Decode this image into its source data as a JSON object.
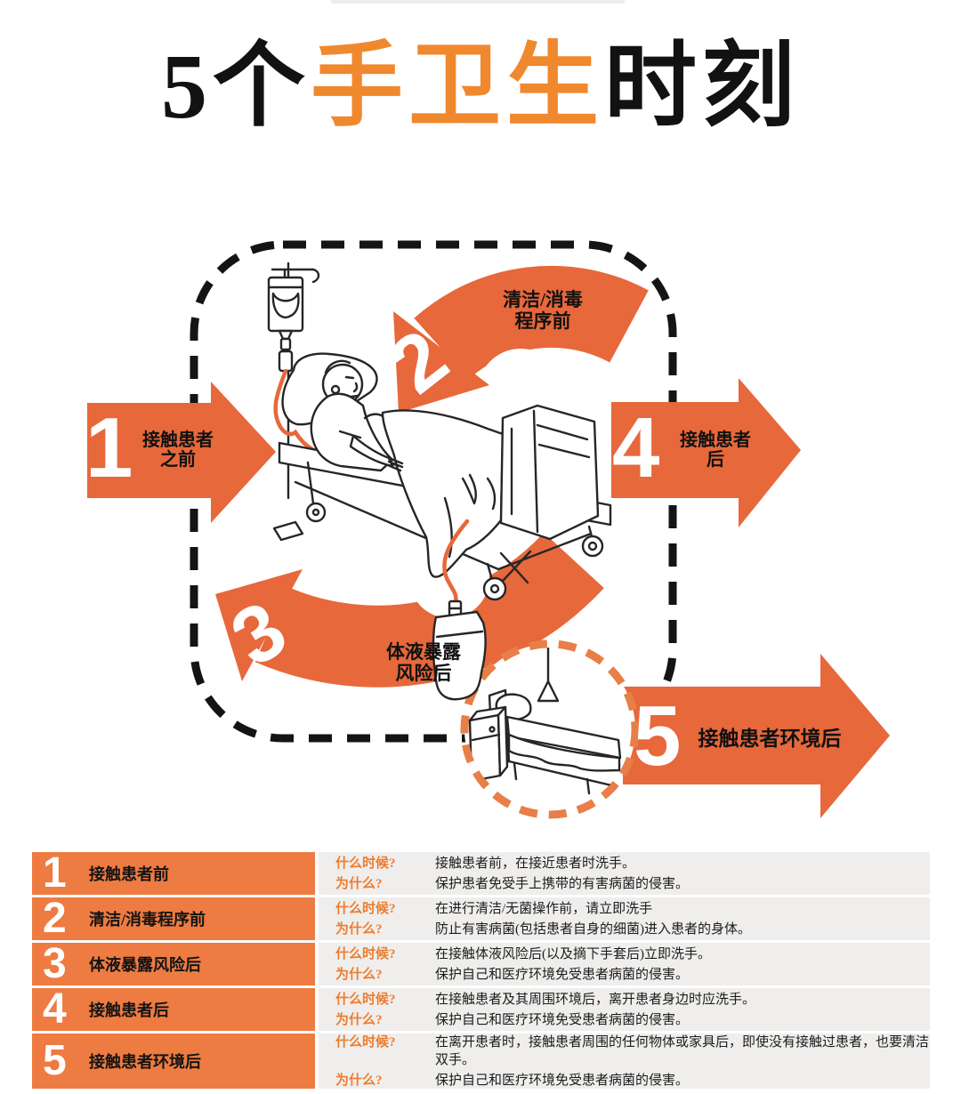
{
  "title": {
    "prefix": "5个",
    "highlight": "手卫生",
    "suffix": "时刻"
  },
  "diagram": {
    "moments": [
      {
        "num": "1",
        "lines": [
          "接触患者",
          "之前"
        ]
      },
      {
        "num": "2",
        "lines": [
          "清洁/消毒",
          "程序前"
        ]
      },
      {
        "num": "3",
        "lines": [
          "体液暴露",
          "风险后"
        ]
      },
      {
        "num": "4",
        "lines": [
          "接触患者",
          "后"
        ]
      },
      {
        "num": "5",
        "lines": [
          "接触患者环境后"
        ]
      }
    ]
  },
  "table": {
    "when_label": "什么时候?",
    "why_label": "为什么?",
    "rows": [
      {
        "num": "1",
        "title": "接触患者前",
        "when": "接触患者前，在接近患者时洗手。",
        "why": "保护患者免受手上携带的有害病菌的侵害。"
      },
      {
        "num": "2",
        "title": "清洁/消毒程序前",
        "when": "在进行清洁/无菌操作前，请立即洗手",
        "why": "防止有害病菌(包括患者自身的细菌)进入患者的身体。"
      },
      {
        "num": "3",
        "title": "体液暴露风险后",
        "when": "在接触体液风险后(以及摘下手套后)立即洗手。",
        "why": "保护自己和医疗环境免受患者病菌的侵害。"
      },
      {
        "num": "4",
        "title": "接触患者后",
        "when": "在接触患者及其周围环境后，离开患者身边时应洗手。",
        "why": "保护自己和医疗环境免受患者病菌的侵害。"
      },
      {
        "num": "5",
        "title": "接触患者环境后",
        "when": "在离开患者时，接触患者周围的任何物体或家具后，即使没有接触过患者，也要清洁双手。",
        "why": "保护自己和医疗环境免受患者病菌的侵害。"
      }
    ]
  },
  "colors": {
    "accent_orange": "#E7683B",
    "title_orange": "#F0882E",
    "table_orange": "#EE7B41",
    "label_orange": "#EE7C2D",
    "circle_orange": "#E87E48",
    "row_bg": "#EFEEEC"
  }
}
